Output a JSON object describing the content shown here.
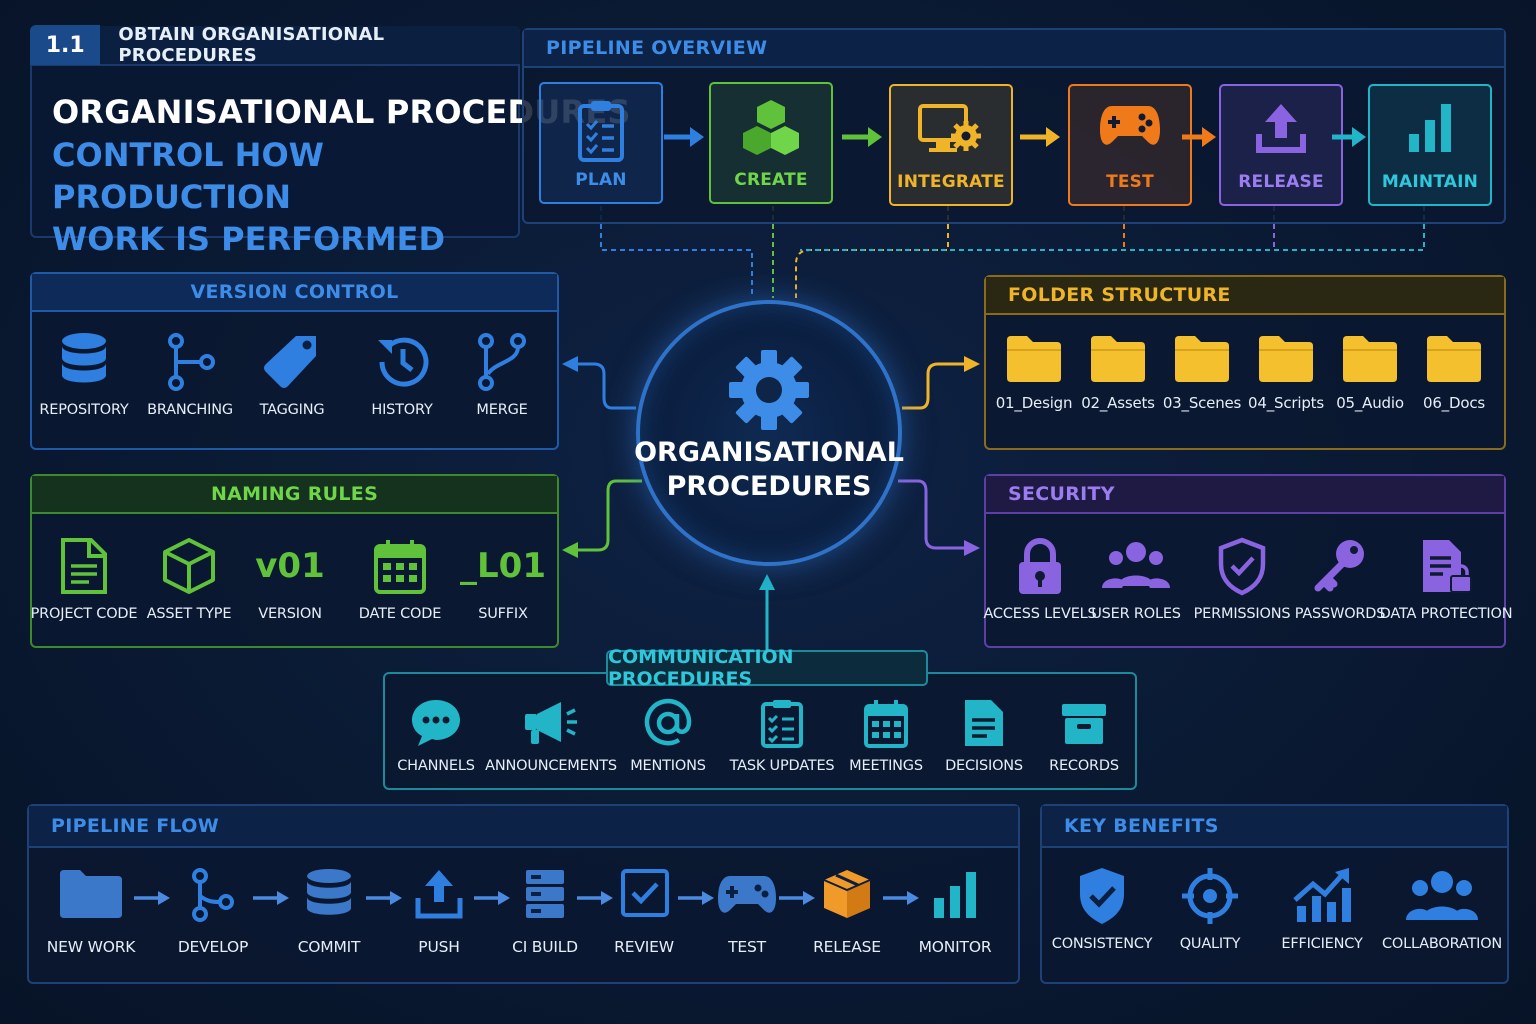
{
  "header": {
    "number": "1.1",
    "subtitle": "OBTAIN ORGANISATIONAL PROCEDURES",
    "title_line1": "ORGANISATIONAL PROCEDURES",
    "title_line2": "CONTROL HOW PRODUCTION",
    "title_line3": "WORK IS PERFORMED"
  },
  "pipeline_overview": {
    "title": "PIPELINE OVERVIEW",
    "stages": [
      {
        "label": "PLAN",
        "color": "#2f7fe0",
        "icon": "clipboard-icon"
      },
      {
        "label": "CREATE",
        "color": "#5fc23a",
        "icon": "cubes-icon"
      },
      {
        "label": "INTEGRATE",
        "color": "#f0b429",
        "icon": "monitor-gear-icon"
      },
      {
        "label": "TEST",
        "color": "#f07a1a",
        "icon": "gamepad-icon"
      },
      {
        "label": "RELEASE",
        "color": "#8a63e0",
        "icon": "upload-icon"
      },
      {
        "label": "MAINTAIN",
        "color": "#21b5c7",
        "icon": "bar-chart-icon"
      }
    ]
  },
  "hub": {
    "line1": "ORGANISATIONAL",
    "line2": "PROCEDURES",
    "icon": "gear-icon"
  },
  "version_control": {
    "title": "VERSION CONTROL",
    "color": "#2f7fe0",
    "items": [
      {
        "label": "REPOSITORY",
        "icon": "database-icon"
      },
      {
        "label": "BRANCHING",
        "icon": "branch-icon"
      },
      {
        "label": "TAGGING",
        "icon": "tag-icon"
      },
      {
        "label": "HISTORY",
        "icon": "history-icon"
      },
      {
        "label": "MERGE",
        "icon": "merge-icon"
      }
    ]
  },
  "naming_rules": {
    "title": "NAMING RULES",
    "color": "#5fc23a",
    "items": [
      {
        "label": "PROJECT CODE",
        "icon": "document-icon"
      },
      {
        "label": "ASSET TYPE",
        "icon": "cube-icon"
      },
      {
        "label": "VERSION",
        "glyph": "v01"
      },
      {
        "label": "DATE CODE",
        "icon": "calendar-icon"
      },
      {
        "label": "SUFFIX",
        "glyph": "_L01"
      }
    ]
  },
  "folder_structure": {
    "title": "FOLDER STRUCTURE",
    "color": "#f0b429",
    "items": [
      "01_Design",
      "02_Assets",
      "03_Scenes",
      "04_Scripts",
      "05_Audio",
      "06_Docs"
    ]
  },
  "security": {
    "title": "SECURITY",
    "color": "#8a63e0",
    "items": [
      {
        "label": "ACCESS LEVELS",
        "icon": "lock-icon"
      },
      {
        "label": "USER ROLES",
        "icon": "users-icon"
      },
      {
        "label": "PERMISSIONS",
        "icon": "shield-check-icon"
      },
      {
        "label": "PASSWORDS",
        "icon": "key-icon"
      },
      {
        "label": "DATA PROTECTION",
        "icon": "document-lock-icon"
      }
    ]
  },
  "communication": {
    "title": "COMMUNICATION PROCEDURES",
    "color": "#21b5c7",
    "items": [
      {
        "label": "CHANNELS",
        "icon": "chat-icon"
      },
      {
        "label": "ANNOUNCEMENTS",
        "icon": "megaphone-icon"
      },
      {
        "label": "MENTIONS",
        "icon": "at-icon"
      },
      {
        "label": "TASK UPDATES",
        "icon": "clipboard-icon"
      },
      {
        "label": "MEETINGS",
        "icon": "calendar-icon"
      },
      {
        "label": "DECISIONS",
        "icon": "document-icon"
      },
      {
        "label": "RECORDS",
        "icon": "archive-icon"
      }
    ]
  },
  "pipeline_flow": {
    "title": "PIPELINE FLOW",
    "items": [
      {
        "label": "NEW WORK",
        "icon": "folder-icon"
      },
      {
        "label": "DEVELOP",
        "icon": "branch-icon"
      },
      {
        "label": "COMMIT",
        "icon": "database-icon"
      },
      {
        "label": "PUSH",
        "icon": "upload-icon"
      },
      {
        "label": "CI BUILD",
        "icon": "server-icon"
      },
      {
        "label": "REVIEW",
        "icon": "checkbox-icon"
      },
      {
        "label": "TEST",
        "icon": "gamepad-icon"
      },
      {
        "label": "RELEASE",
        "icon": "package-icon"
      },
      {
        "label": "MONITOR",
        "icon": "bar-chart-icon"
      }
    ]
  },
  "key_benefits": {
    "title": "KEY BENEFITS",
    "items": [
      {
        "label": "CONSISTENCY",
        "icon": "shield-check-icon"
      },
      {
        "label": "QUALITY",
        "icon": "target-icon"
      },
      {
        "label": "EFFICIENCY",
        "icon": "trend-up-icon"
      },
      {
        "label": "COLLABORATION",
        "icon": "users-icon"
      }
    ]
  }
}
